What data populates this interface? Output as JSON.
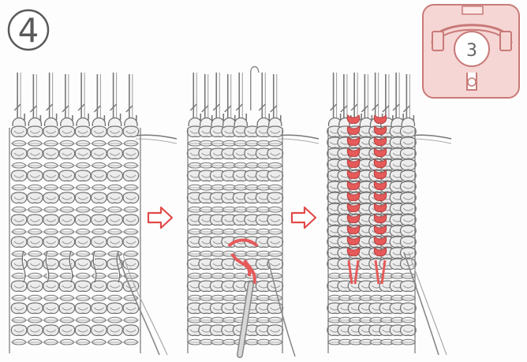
{
  "step": {
    "number": "4"
  },
  "dial": {
    "number": "3"
  },
  "colors": {
    "yarn_outline": "#6f6f6f",
    "yarn_fill": "#ececec",
    "accent_red": "#e65a5a",
    "dial_pink": "#f6d6d4",
    "dial_border": "#c87a78",
    "arrow_red": "#e14a4a"
  },
  "panels": [
    {
      "id": "before"
    },
    {
      "id": "latching"
    },
    {
      "id": "after"
    }
  ]
}
